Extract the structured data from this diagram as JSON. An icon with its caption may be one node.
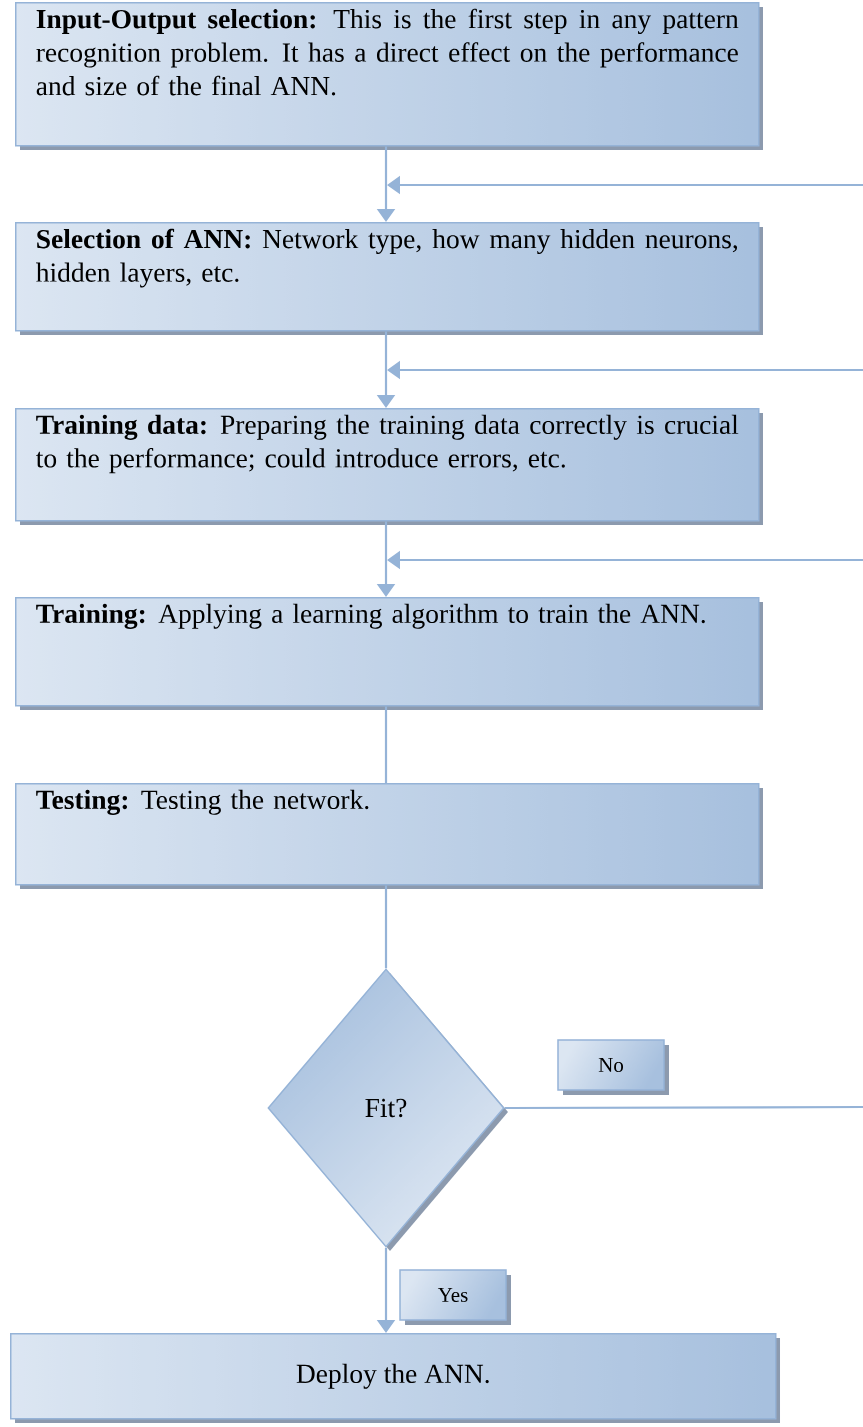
{
  "diagram": {
    "nodes": [
      {
        "text": [
          "**Input-Output selection:** This is the first step in any pattern recognition problem. It has a direct effect on the performance and size of the final ANN."
        ]
      },
      {
        "text": [
          "**Selection of ANN:** Network type, how many hidden neurons, hidden layers, etc."
        ]
      },
      {
        "text": [
          "**Training data:** Preparing the training data correctly is crucial to the performance; could introduce errors, etc."
        ]
      },
      {
        "text": [
          "**Training:** Applying a learning algorithm to train the ANN."
        ]
      },
      {
        "text": [
          "**Testing:** Testing the network."
        ]
      },
      {
        "text": [
          "Fit?"
        ]
      },
      {
        "text": [
          "Deploy the ANN."
        ]
      }
    ],
    "edges": [
      {
        "from": 0,
        "to": 1,
        "arrow": "to"
      },
      {
        "from": 1,
        "to": 2,
        "arrow": "to"
      },
      {
        "from": 2,
        "to": 3,
        "arrow": "to"
      },
      {
        "from": 3,
        "to": 4,
        "arrow": "none"
      },
      {
        "from": 4,
        "to": 5,
        "arrow": "none"
      },
      {
        "from": 5,
        "to": 6,
        "arrow": "to",
        "label": "Yes"
      },
      {
        "from": 5,
        "to": null,
        "arrow": "none",
        "label": "No"
      },
      {
        "from": null,
        "to": 1,
        "arrow": "to"
      },
      {
        "from": null,
        "to": 2,
        "arrow": "to"
      },
      {
        "from": null,
        "to": 3,
        "arrow": "to"
      }
    ]
  }
}
